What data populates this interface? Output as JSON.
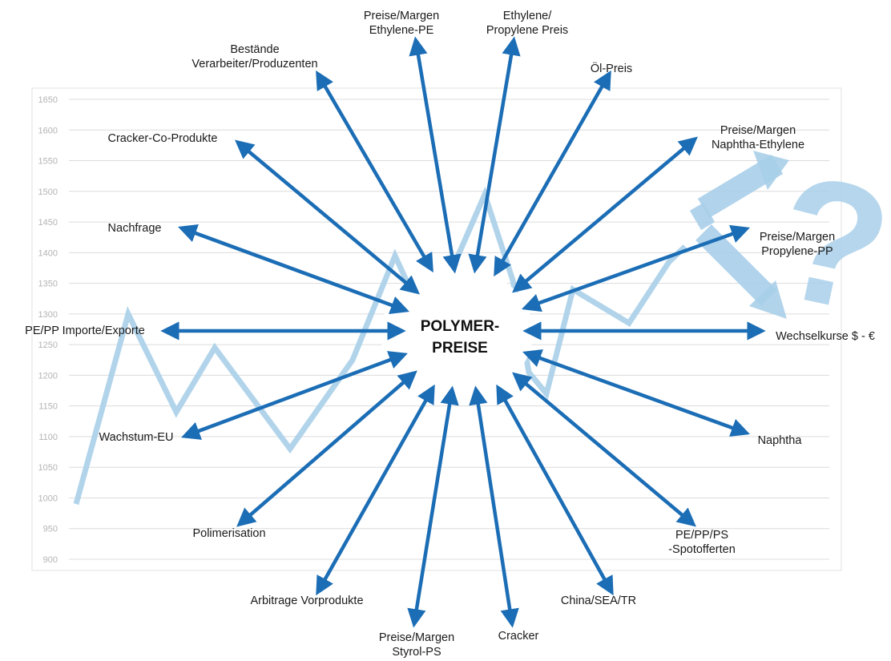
{
  "center_label": [
    "POLYMER-",
    "PREISE"
  ],
  "question_mark": "?",
  "colors": {
    "arrow": "#1b6db5",
    "background_line": "#a9cfe9",
    "grid": "#dcdcdc",
    "tick_text": "#b3b3b3",
    "label_text": "#1a1a1a"
  },
  "chart_data": {
    "type": "line",
    "title": "",
    "xlabel": "",
    "ylabel": "",
    "ylim": [
      900,
      1650
    ],
    "yticks": [
      1650,
      1600,
      1550,
      1500,
      1450,
      1400,
      1350,
      1300,
      1250,
      1200,
      1150,
      1100,
      1050,
      1000,
      950,
      900
    ],
    "grid": true,
    "series": [
      {
        "values": [
          990,
          1300,
          1140,
          1245,
          1080,
          1225,
          1395,
          1275,
          1375,
          1495,
          1355,
          1205,
          1170,
          1340,
          1285,
          1335,
          1385,
          1410
        ]
      }
    ]
  },
  "arrows": [
    {
      "label": [
        "Preise/Margen",
        "Ethylene-PE"
      ]
    },
    {
      "label": [
        "Ethylene/",
        "Propylene Preis"
      ]
    },
    {
      "label": [
        "Bestände",
        "Verarbeiter/Produzenten"
      ]
    },
    {
      "label": [
        "Öl-Preis"
      ]
    },
    {
      "label": [
        "Cracker-Co-Produkte"
      ]
    },
    {
      "label": [
        "Preise/Margen",
        "Naphtha-Ethylene"
      ]
    },
    {
      "label": [
        "Nachfrage"
      ]
    },
    {
      "label": [
        "Preise/Margen",
        "Propylene-PP"
      ]
    },
    {
      "label": [
        "PE/PP Importe/Exporte"
      ]
    },
    {
      "label": [
        "Wechselkurse $ - €"
      ]
    },
    {
      "label": [
        "Wachstum-EU"
      ]
    },
    {
      "label": [
        "Naphtha"
      ]
    },
    {
      "label": [
        "Polimerisation"
      ]
    },
    {
      "label": [
        "PE/PP/PS",
        "-Spotofferten"
      ]
    },
    {
      "label": [
        "Arbitrage Vorprodukte"
      ]
    },
    {
      "label": [
        "China/SEA/TR"
      ]
    },
    {
      "label": [
        "Preise/Margen",
        "Styrol-PS"
      ]
    },
    {
      "label": [
        "Cracker"
      ]
    }
  ]
}
